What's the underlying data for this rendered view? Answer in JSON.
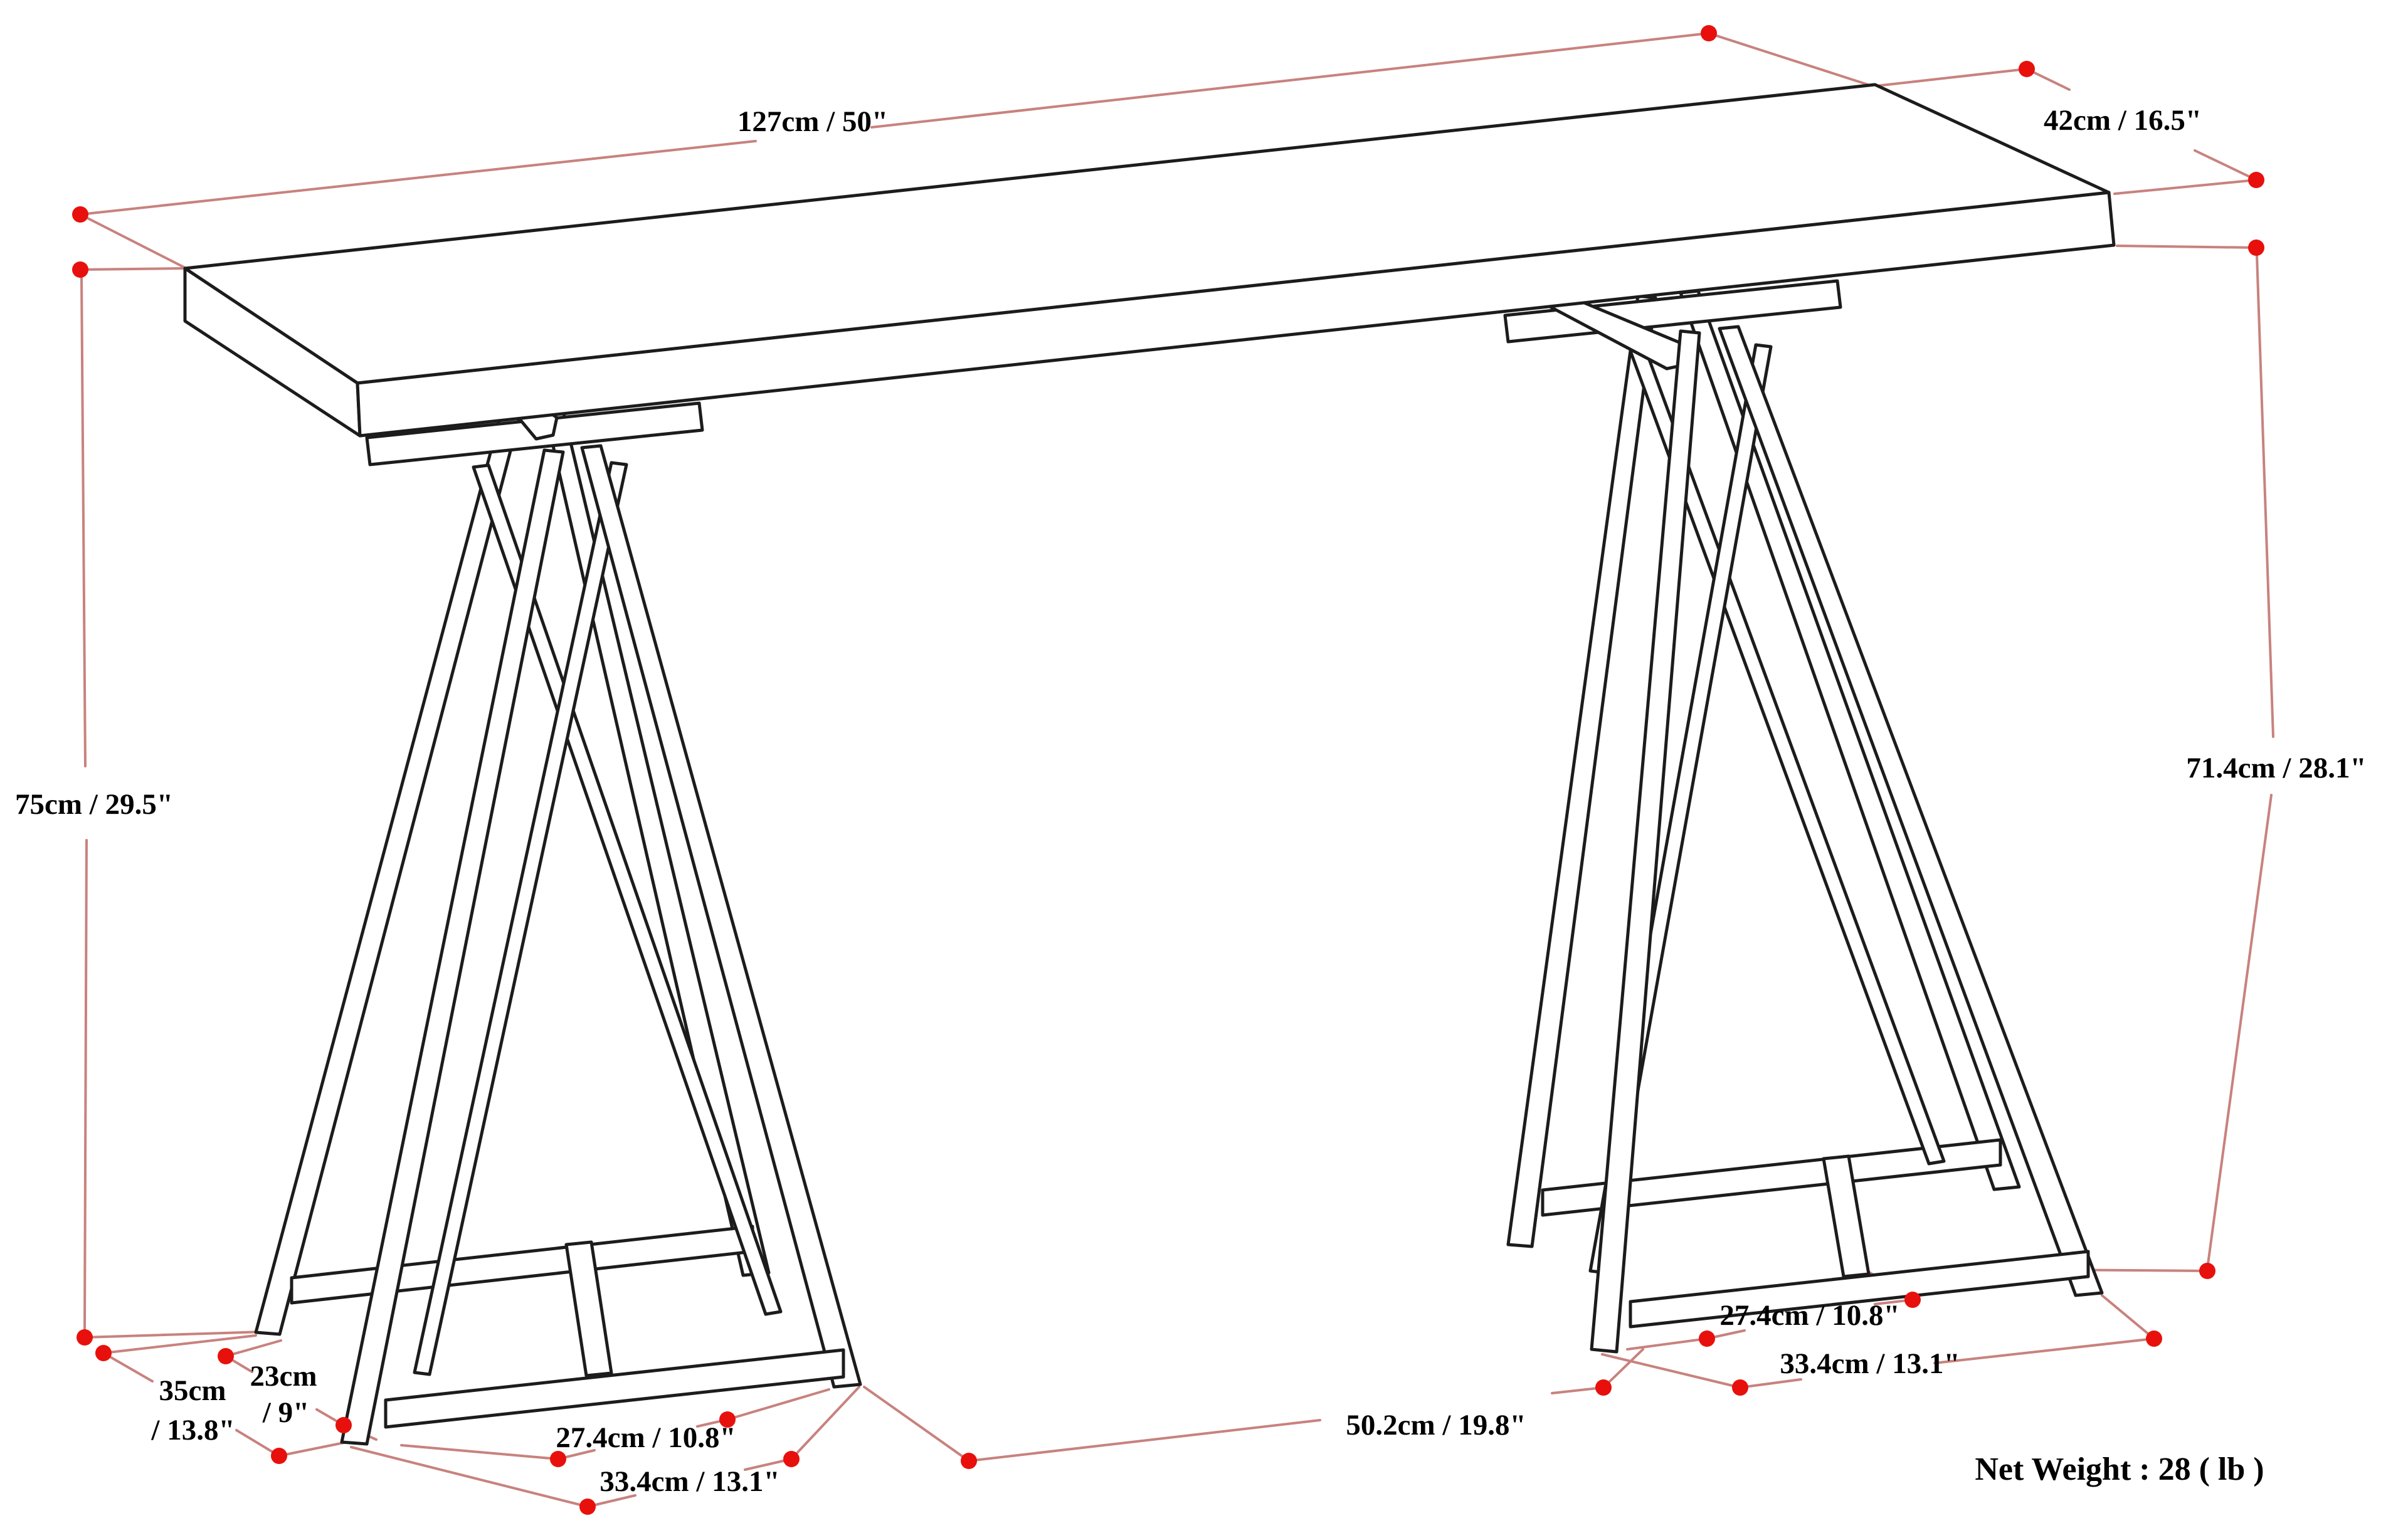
{
  "dimensions": {
    "top_length": "127cm / 50\"",
    "top_depth": "42cm / 16.5\"",
    "overall_height": "75cm / 29.5\"",
    "underside_height": "71.4cm / 28.1\"",
    "left_foot_depth_outer_line1": "35cm",
    "left_foot_depth_outer_line2": "/ 13.8\"",
    "left_foot_depth_inner_line1": "23cm",
    "left_foot_depth_inner_line2": "/ 9\"",
    "left_trestle_feet_inner": "27.4cm / 10.8\"",
    "left_trestle_feet_outer": "33.4cm / 13.1\"",
    "trestle_gap": "50.2cm / 19.8\"",
    "right_trestle_feet_inner": "27.4cm / 10.8\"",
    "right_trestle_feet_outer": "33.4cm / 13.1\""
  },
  "footer": {
    "net_weight": "Net Weight : 28 ( lb )"
  },
  "colors": {
    "dot": "#e8100c",
    "dim_line": "#c8827e",
    "ink": "#1c1c1c",
    "text": "#000000",
    "background": "#ffffff"
  }
}
